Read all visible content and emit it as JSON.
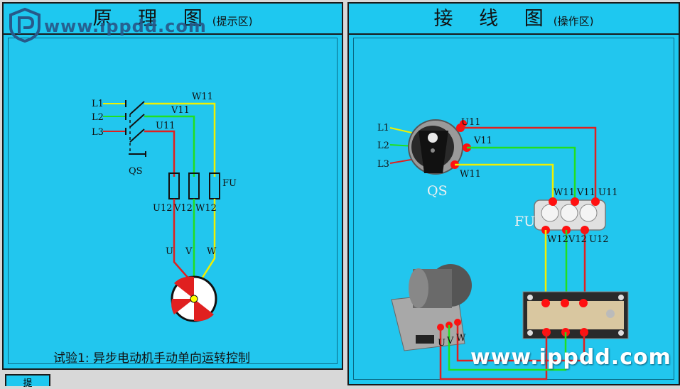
{
  "left_panel": {
    "title": "原 理 图",
    "subtitle": "(提示区)",
    "caption": "试验1: 异步电动机手动单向运转控制",
    "bottom_tab": "提"
  },
  "right_panel": {
    "title": "接 线 图",
    "subtitle": "(操作区)"
  },
  "schematic": {
    "phase_labels": [
      "L1",
      "L2",
      "L3"
    ],
    "line_labels": [
      "W11",
      "V11",
      "U11"
    ],
    "switch_label": "QS",
    "fuse_label": "FU",
    "fuse_out_labels": [
      "U12",
      "V12",
      "W12"
    ],
    "motor_labels": [
      "U",
      "V",
      "W"
    ]
  },
  "wiring": {
    "phase_labels": [
      "L1",
      "L2",
      "L3"
    ],
    "switch_labels": [
      "U11",
      "V11",
      "W11"
    ],
    "switch_name": "QS",
    "fuse_name": "FU",
    "fuse_top_labels": [
      "W11",
      "V11",
      "U11"
    ],
    "fuse_bottom_labels": [
      "W12",
      "V12",
      "U12"
    ],
    "motor_labels": [
      "U",
      "V",
      "W"
    ]
  },
  "watermarks": {
    "top": "www.ippdd.com",
    "bottom": "www.ippdd.com"
  },
  "colors": {
    "panel_bg": "#1ec8f0",
    "wire_yellow": "#f0f000",
    "wire_green": "#20e020",
    "wire_red": "#e02020",
    "terminal_red": "#ff1010"
  }
}
